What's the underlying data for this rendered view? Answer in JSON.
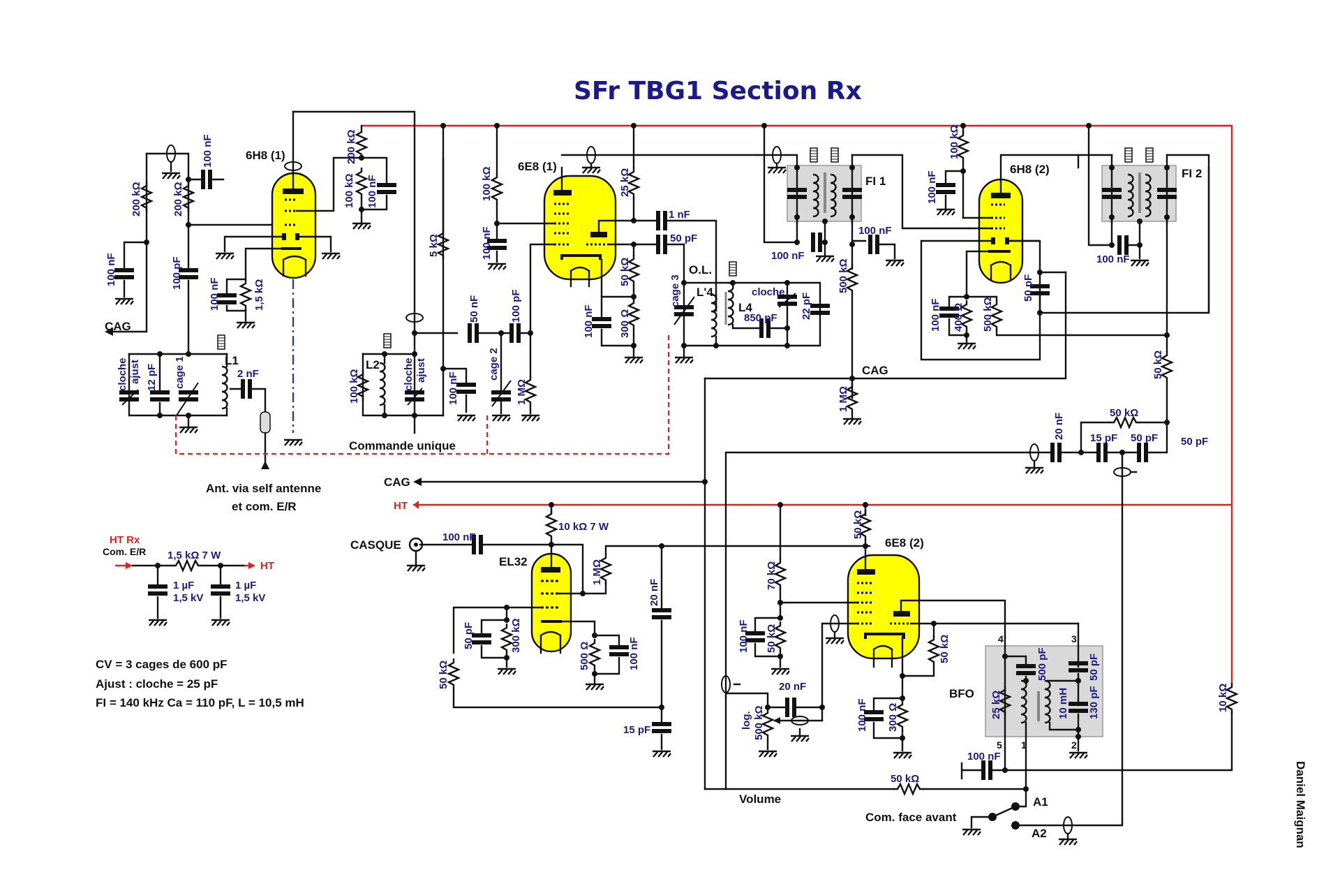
{
  "title": "SFr   TBG1   Section Rx",
  "author": "Daniel Maignan",
  "tubes": {
    "t1": "6H8 (1)",
    "t2": "6E8 (1)",
    "t3": "6H8 (2)",
    "t4": "EL32",
    "t5": "6E8 (2)"
  },
  "transformers": {
    "fi1": "FI 1",
    "fi2": "FI 2",
    "bfo": "BFO"
  },
  "bfo_pins": [
    "4",
    "3",
    "5",
    "1",
    "2"
  ],
  "signals": {
    "cag_left": "CAG",
    "cag_mid": "CAG",
    "cag_arrow": "CAG",
    "ht_arrow": "HT",
    "casque": "CASQUE",
    "commande_unique": "Commande unique",
    "antenna_line1": "Ant. via self antenne",
    "antenna_line2": "et com. E/R",
    "ol": "O.L.",
    "volume": "Volume",
    "com_face_avant": "Com. face avant",
    "a1": "A1",
    "a2": "A2"
  },
  "inductors": {
    "l1": "L1",
    "l2": "L2",
    "l4p": "L'4",
    "l4": "L4"
  },
  "values": {
    "v01": "200 kΩ",
    "v02": "100 nF",
    "v03": "200 kΩ",
    "v04": "100 nF",
    "v05": "100 pF",
    "v06": "100 nF",
    "v07": "1,5 kΩ",
    "v08": "200 kΩ",
    "v09": "100 kΩ",
    "v10": "100 nF",
    "v11": "cloche",
    "v12": "ajust",
    "v13": "12 pF",
    "v14": "cage 1",
    "v15": "2 nF",
    "v16": "5 kΩ",
    "v17": "100 kΩ",
    "v18": "cloche",
    "v19": "ajust",
    "v20": "100 nF",
    "v21": "50 nF",
    "v22": "100 pF",
    "v23": "cage 2",
    "v24": "1 MΩ",
    "v25": "100 kΩ",
    "v26": "100 nF",
    "v27": "25 kΩ",
    "v28": "1 nF",
    "v29": "50 pF",
    "v30": "50 kΩ",
    "v31": "100 nF",
    "v32": "300 Ω",
    "v33": "cage 3",
    "v34": "cloche",
    "v35": "850 pF",
    "v36": "22 pF",
    "v37": "100 nF",
    "v38": "100 nF",
    "v39": "500 kΩ",
    "v40": "1 MΩ",
    "v41": "100 kΩ",
    "v42": "100 nF",
    "v43": "100 nF",
    "v44": "400 Ω",
    "v45": "500 kΩ",
    "v46": "50 pF",
    "v47": "100 nF",
    "v48": "50 kΩ",
    "v49": "20 nF",
    "v50": "50 kΩ",
    "v51": "15 pF",
    "v52": "50 pF",
    "v53": "50 pF",
    "v54": "10 kΩ  7 W",
    "v55": "100 nF",
    "v56": "1 MΩ",
    "v57": "50 pF",
    "v58": "300 kΩ",
    "v59": "50 kΩ",
    "v60": "500 Ω",
    "v61": "100 nF",
    "v62": "20 nF",
    "v63": "15 pF",
    "v64": "50 kΩ",
    "v65": "70 kΩ",
    "v66": "100 nF",
    "v67": "50 kΩ",
    "v68": "20 nF",
    "v69": "log.",
    "v70": "500 kΩ",
    "v71": "50 kΩ",
    "v72": "100 nF",
    "v73": "300 Ω",
    "v74": "25 kΩ",
    "v75": "500 pF",
    "v76": "10 mH",
    "v77": "50 pF",
    "v78": "130 pF",
    "v79": "100 nF",
    "v80": "50 kΩ",
    "v81": "10 kΩ"
  },
  "ht_filter": {
    "input_label": "HT  Rx",
    "input_sub": "Com. E/R",
    "resistor": "1,5 kΩ  7 W",
    "cap1_value": "1 µF",
    "cap1_voltage": "1,5 kV",
    "cap2_value": "1 µF",
    "cap2_voltage": "1,5 kV",
    "output_label": "HT"
  },
  "notes": [
    "CV = 3 cages de 600 pF",
    "Ajust : cloche = 25 pF",
    "FI = 140 kHz   Ca = 110 pF,   L = 10,5 mH"
  ]
}
